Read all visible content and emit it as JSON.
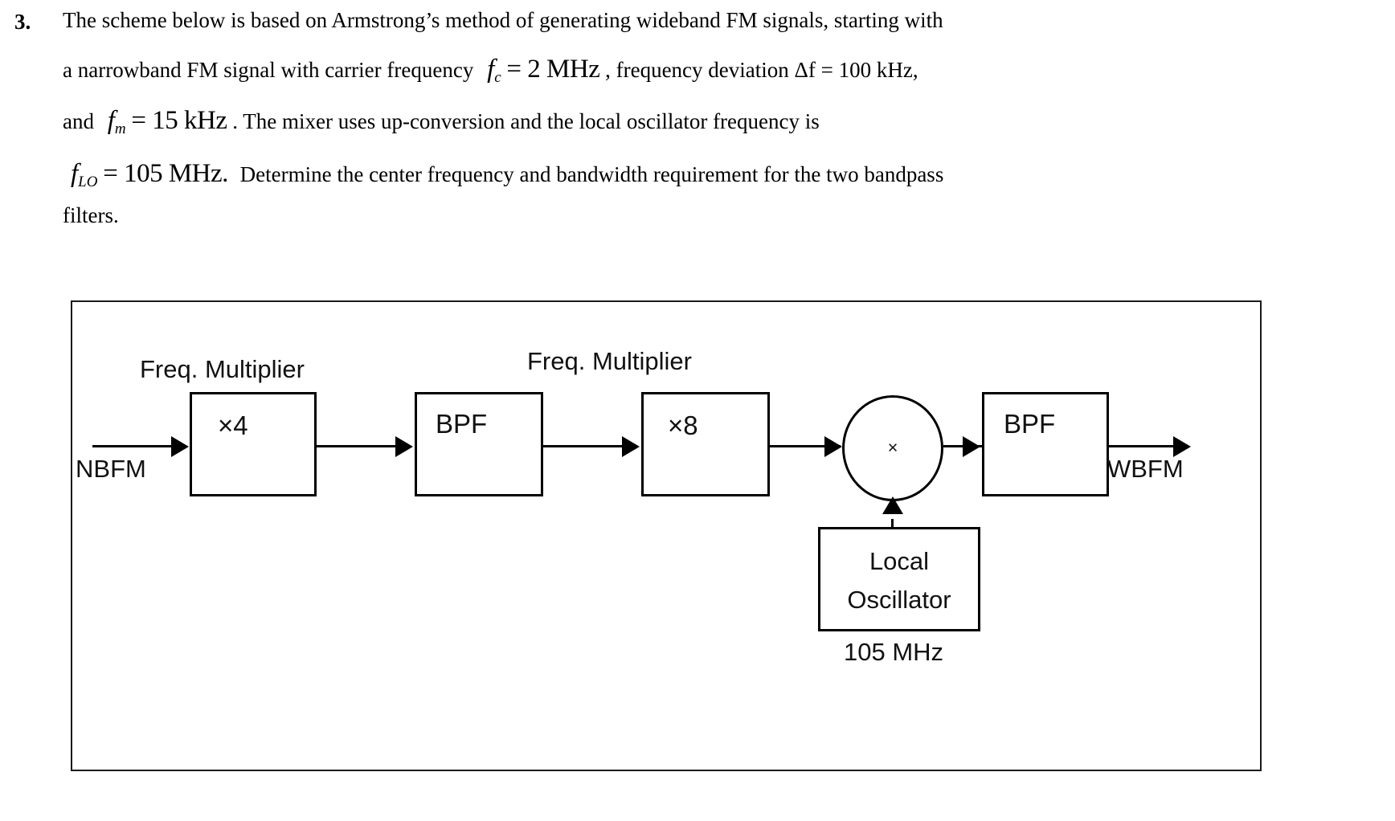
{
  "question": {
    "number": "3.",
    "line1": "The scheme below is based on Armstrong’s method of generating wideband FM signals, starting with",
    "line2_a": "a narrowband FM signal with carrier frequency",
    "line2_f": "f",
    "line2_fsub": "c",
    "line2_eq": "= 2 MHz",
    "line2_b": ", frequency deviation Δf  =  100 kHz,",
    "line3_a": "and",
    "line3_f": "f",
    "line3_fsub": "m",
    "line3_eq": "= 15 kHz",
    "line3_b": ".  The mixer uses up-conversion and the local oscillator frequency is",
    "line4_f": "f",
    "line4_fsub": "LO",
    "line4_eq": "= 105 MHz.",
    "line4_b": "Determine the center frequency and bandwidth requirement for the two bandpass",
    "line5": "filters."
  },
  "diagram": {
    "input_label": "NBFM",
    "output_label": "WBFM",
    "caption_multiplier_1": "Freq. Multiplier",
    "caption_multiplier_2": "Freq. Multiplier",
    "block_multiplier_1": "×4",
    "block_bpf_1": "BPF",
    "block_multiplier_2": "×8",
    "block_bpf_2": "BPF",
    "mixer_symbol": "×",
    "local_oscillator_line1": "Local",
    "local_oscillator_line2": "Oscillator",
    "local_oscillator_frequency": "105 MHz"
  },
  "colors": {
    "ink": "#111111",
    "stroke": "#000000",
    "frame": "#1a1a1a",
    "page": "#ffffff"
  }
}
